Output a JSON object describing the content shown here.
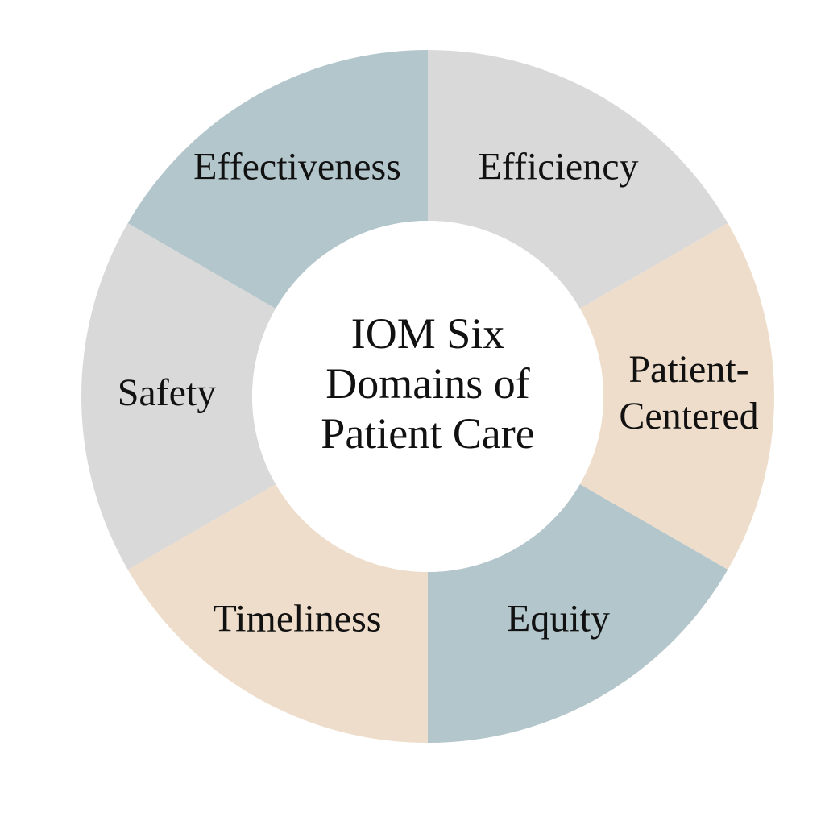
{
  "center": {
    "lines": [
      "IOM Six",
      "Domains of",
      "Patient Care"
    ]
  },
  "colors": {
    "blue_gray": "#b3c6cb",
    "light_gray": "#d9d9d9",
    "beige": "#eeddca",
    "hole": "#ffffff"
  },
  "segments": [
    {
      "id": "efficiency",
      "lines": [
        "Efficiency"
      ],
      "color": "#d9d9d9"
    },
    {
      "id": "patient-centered",
      "lines": [
        "Patient-",
        "Centered"
      ],
      "color": "#eeddca"
    },
    {
      "id": "equity",
      "lines": [
        "Equity"
      ],
      "color": "#b3c6cb"
    },
    {
      "id": "timeliness",
      "lines": [
        "Timeliness"
      ],
      "color": "#eeddca"
    },
    {
      "id": "safety",
      "lines": [
        "Safety"
      ],
      "color": "#d9d9d9"
    },
    {
      "id": "effectiveness",
      "lines": [
        "Effectiveness"
      ],
      "color": "#b3c6cb"
    }
  ]
}
